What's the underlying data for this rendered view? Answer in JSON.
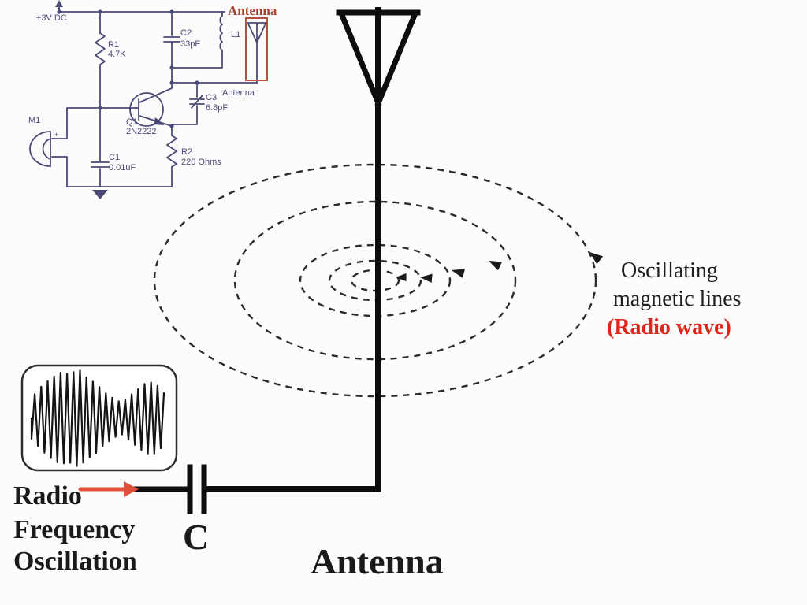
{
  "circuit": {
    "power_label": "+3V DC",
    "r1_name": "R1",
    "r1_value": "4.7K",
    "c2_name": "C2",
    "c2_value": "33pF",
    "l1_name": "L1",
    "antenna_inset_title": "Antenna",
    "antenna_wire_label": "Antenna",
    "c3_name": "C3",
    "c3_value": "6.8pF",
    "q1_name": "Q1",
    "q1_value": "2N2222",
    "r2_name": "R2",
    "r2_value": "220 Ohms",
    "c1_name": "C1",
    "c1_value": "0.01uF",
    "m1_name": "M1",
    "m1_plus": "+"
  },
  "annotations": {
    "oscillating_line1": "Oscillating",
    "oscillating_line2": "magnetic lines",
    "radio_wave": "(Radio wave)",
    "rf_line1": "Radio",
    "rf_line2": "Frequency",
    "rf_line3": "Oscillation",
    "coupling_capacitor_label": "C",
    "antenna_label": "Antenna"
  },
  "colors": {
    "circuit_ink": "#4a4a78",
    "inset_red": "#a8432f",
    "radio_wave_red": "#e0251c",
    "arrow_red": "#e05038",
    "ink": "#111111",
    "background": "#fcfcfc"
  }
}
